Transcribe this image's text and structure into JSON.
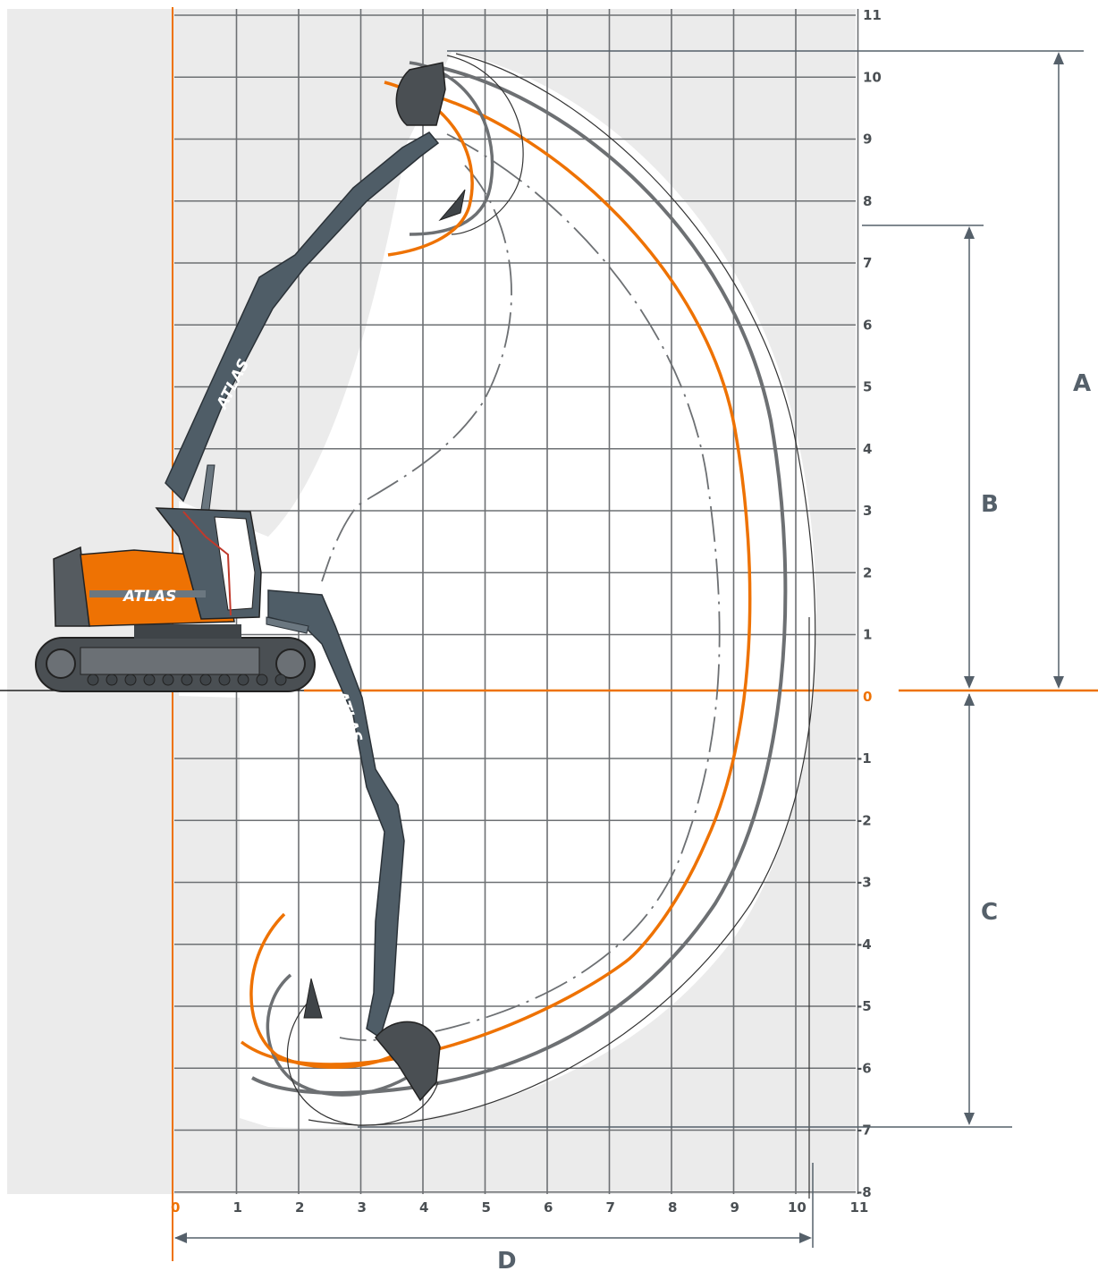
{
  "brand": {
    "name": "ATLAS"
  },
  "colors": {
    "orange": "#ee7203",
    "grey_dark": "#606468",
    "machine_grey": "#4f5d67",
    "grid": "#6d7073",
    "shade": "#ebebeb"
  },
  "axes": {
    "x_ticks": [
      "0",
      "1",
      "2",
      "3",
      "4",
      "5",
      "6",
      "7",
      "8",
      "9",
      "10",
      "11"
    ],
    "y_ticks": [
      "11",
      "10",
      "9",
      "8",
      "7",
      "6",
      "5",
      "4",
      "3",
      "2",
      "1",
      "0",
      "-1",
      "-2",
      "-3",
      "-4",
      "-5",
      "-6",
      "-7",
      "-8"
    ]
  },
  "dimensions": [
    {
      "label": "A"
    },
    {
      "label": "B"
    },
    {
      "label": "C"
    },
    {
      "label": "D"
    }
  ]
}
